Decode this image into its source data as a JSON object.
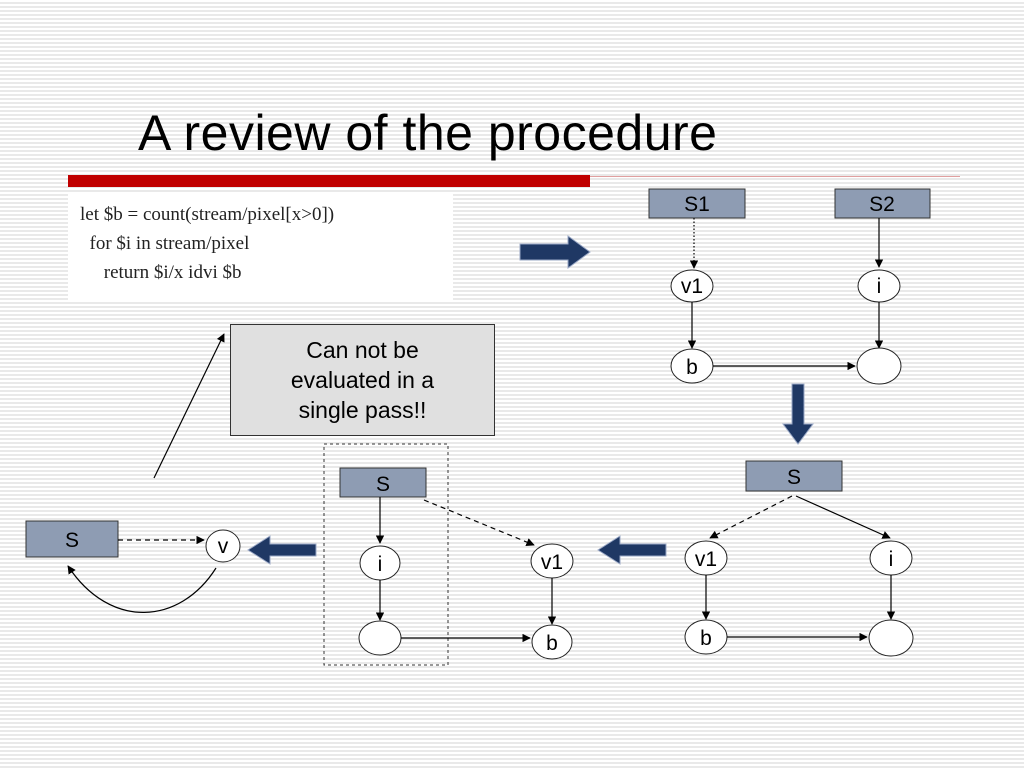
{
  "slide": {
    "title": "A review of the procedure"
  },
  "code_lines": [
    "let $b = count(stream/pixel[x>0])",
    "  for $i in stream/pixel",
    "     return $i/x idvi $b"
  ],
  "callout": {
    "text": "Can not be evaluated in a single pass!!"
  },
  "graph_top": {
    "sources": [
      "S1",
      "S2"
    ],
    "nodes": [
      "v1",
      "i",
      "b",
      ""
    ]
  },
  "graph_right": {
    "source": "S",
    "nodes": [
      "v1",
      "i",
      "b",
      ""
    ]
  },
  "graph_middle": {
    "source": "S",
    "nodes": [
      "i",
      "",
      "v1",
      "b"
    ]
  },
  "graph_left": {
    "source": "S",
    "node": "v"
  },
  "colors": {
    "accent_red": "#c00000",
    "source_box": "#8e9cb3",
    "block_arrow": "#1f3864"
  }
}
